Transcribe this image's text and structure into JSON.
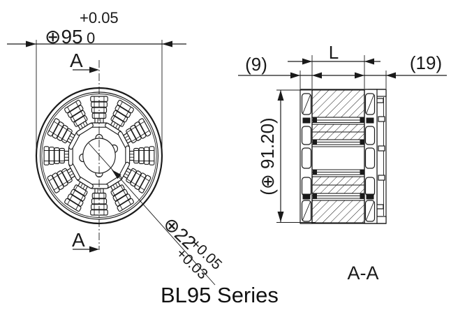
{
  "title": "BL95 Series",
  "section_label": "A-A",
  "front": {
    "od": {
      "label": "⊕95",
      "tol_top": "+0.05",
      "tol_bottom": "0"
    },
    "bore": {
      "label": "⊕22",
      "tol_top": "+0.05",
      "tol_bottom": "+0.03"
    },
    "marker": "A"
  },
  "section": {
    "offset_left": "(9)",
    "length": "L",
    "offset_right": "(19)",
    "od": "(⊕ 91.20)"
  }
}
